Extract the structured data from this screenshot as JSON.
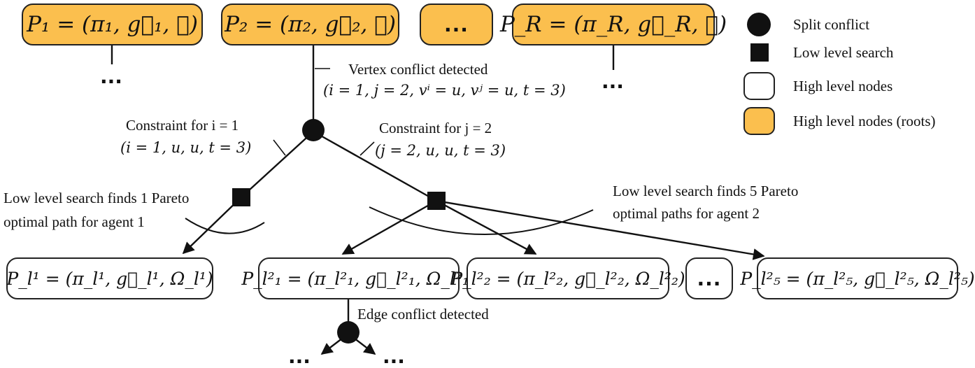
{
  "roots": [
    {
      "id": "root-p1",
      "label": "P₁ = (π₁, g⃗₁, ∅)"
    },
    {
      "id": "root-p2",
      "label": "P₂ = (π₂, g⃗₂, ∅)"
    },
    {
      "id": "root-dots",
      "label": "..."
    },
    {
      "id": "root-pr",
      "label": "P_R = (π_R, g⃗_R, ∅)"
    }
  ],
  "children": [
    {
      "id": "child-l1",
      "label": "P_l¹ = (π_l¹, g⃗_l¹, Ω_l¹)"
    },
    {
      "id": "child-l21",
      "label": "P_l²₁ = (π_l²₁, g⃗_l²₁, Ω_l²₁)"
    },
    {
      "id": "child-l22",
      "label": "P_l²₂ = (π_l²₂, g⃗_l²₂, Ω_l²₂)"
    },
    {
      "id": "child-dots",
      "label": "..."
    },
    {
      "id": "child-l25",
      "label": "P_l²₅ = (π_l²₅, g⃗_l²₅, Ω_l²₅)"
    }
  ],
  "annotations": {
    "vertex_conflict_title": "Vertex conflict detected",
    "vertex_conflict_detail": "(i = 1, j = 2, vⁱ = u, vʲ = u, t = 3)",
    "constraint_i_title": "Constraint for i = 1",
    "constraint_i_detail": "(i = 1, u, u, t = 3)",
    "constraint_j_title": "Constraint for j = 2",
    "constraint_j_detail": "(j = 2, u, u, t = 3)",
    "low_level_1_line1": "Low level search finds 1 Pareto",
    "low_level_1_line2": "optimal path for agent 1",
    "low_level_2_line1": "Low level search finds 5 Pareto",
    "low_level_2_line2": "optimal paths for agent 2",
    "edge_conflict": "Edge conflict detected",
    "dots_under_p1": "...",
    "dots_under_pr": "...",
    "dots_bottom_left": "...",
    "dots_bottom_right": "..."
  },
  "legend": {
    "split_conflict": "Split conflict",
    "low_level_search": "Low level search",
    "high_level_nodes": "High level nodes",
    "high_level_roots": "High level nodes (roots)"
  },
  "colors": {
    "root_fill": "#fbbf4e",
    "stroke": "#222222"
  }
}
